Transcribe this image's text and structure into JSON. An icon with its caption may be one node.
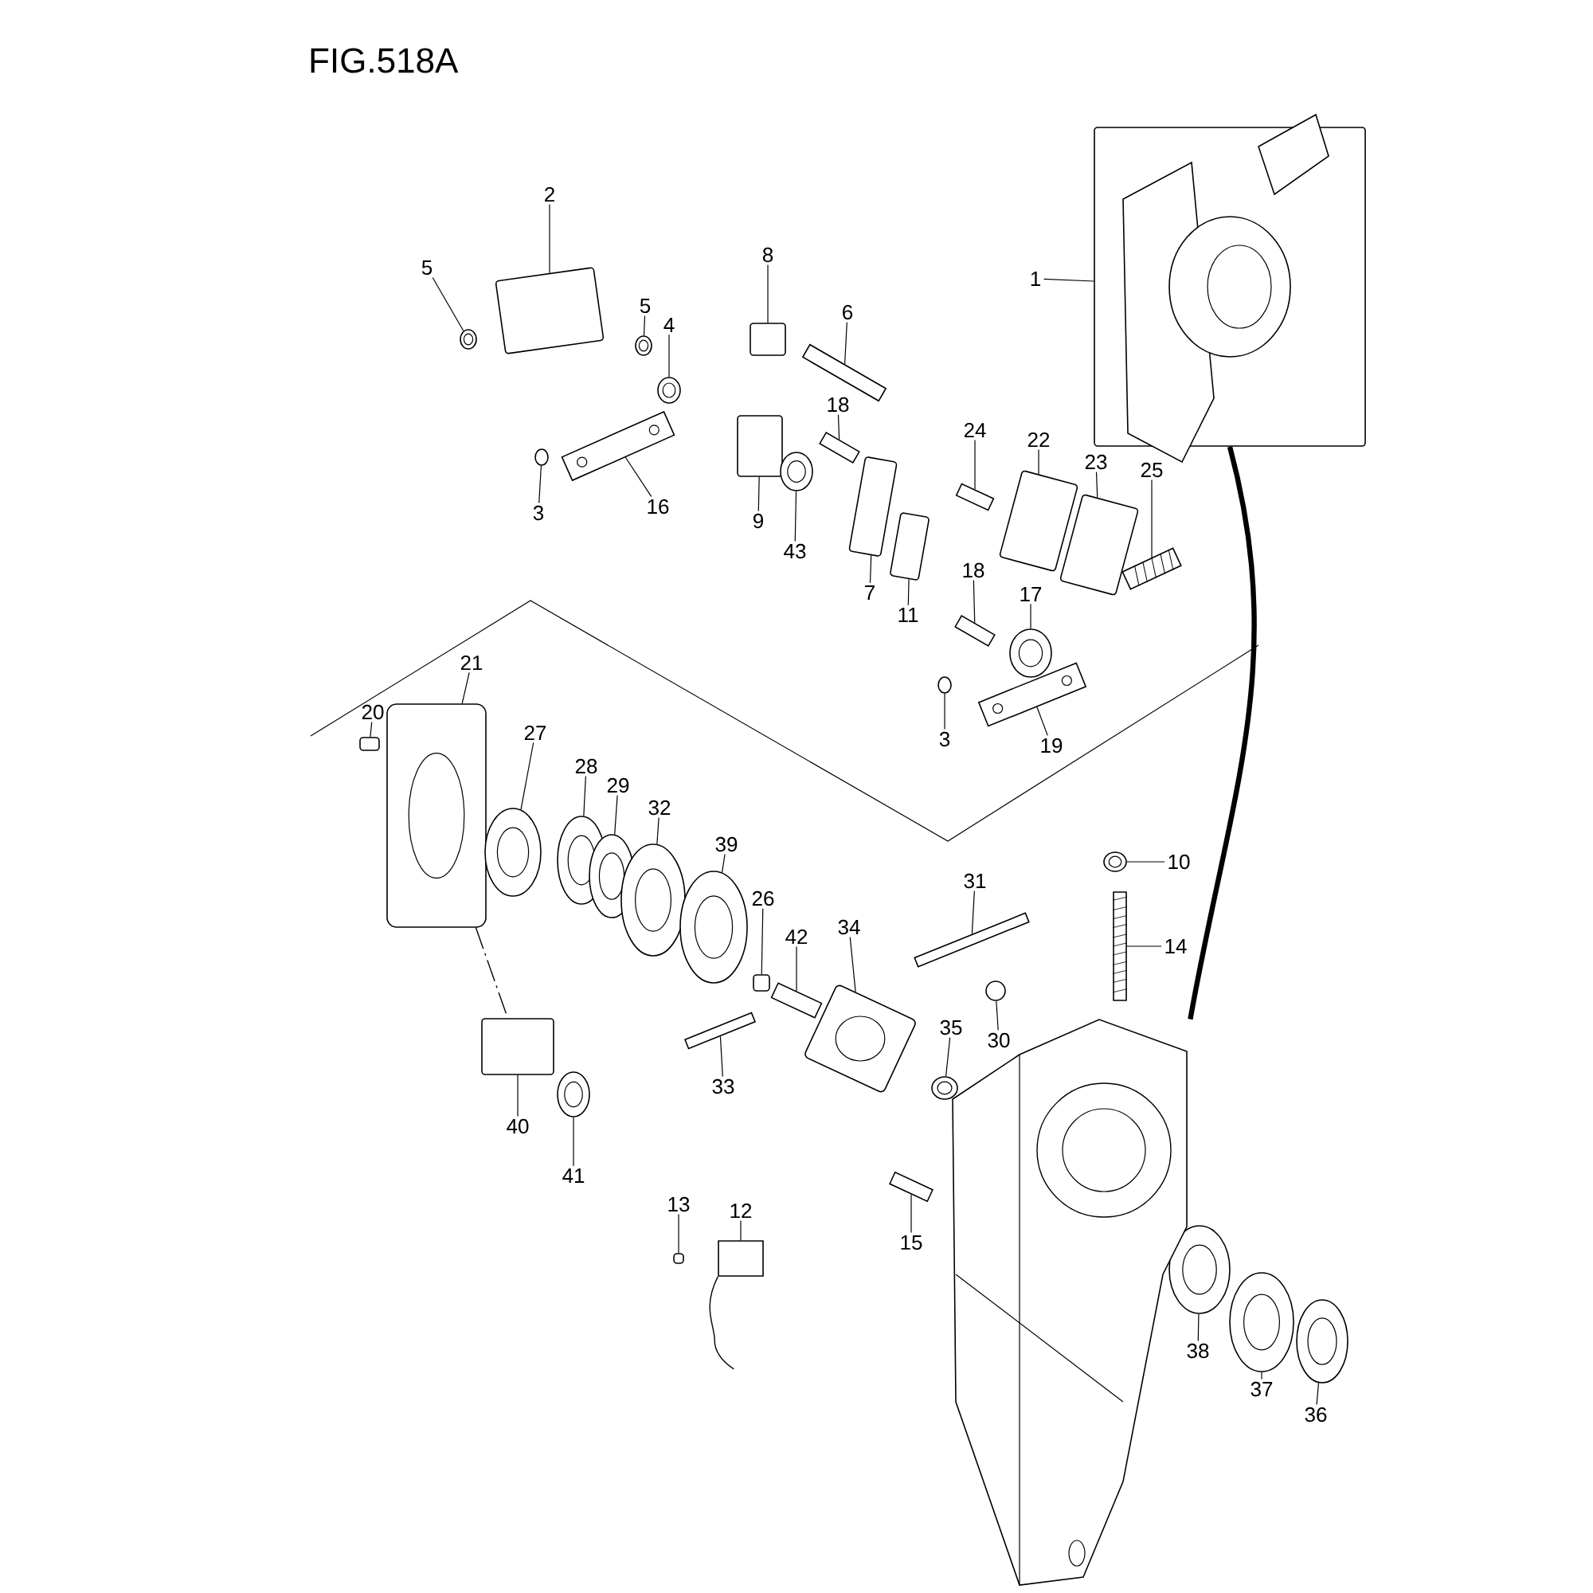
{
  "diagram": {
    "title": "FIG.518A",
    "nodes": [
      {
        "text": [],
        "shape": "box"
      },
      {
        "text": [
          "1"
        ]
      },
      {
        "text": [
          "2"
        ]
      },
      {
        "text": [],
        "shape": "box"
      },
      {
        "text": [
          "5"
        ]
      },
      {
        "text": [],
        "shape": "picture"
      },
      {
        "text": [
          "5"
        ]
      },
      {
        "text": [],
        "shape": "picture"
      },
      {
        "text": [
          "4"
        ]
      },
      {
        "text": [],
        "shape": "picture"
      },
      {
        "text": [
          "8"
        ]
      },
      {
        "text": [],
        "shape": "box"
      },
      {
        "text": [
          "6"
        ]
      },
      {
        "text": [],
        "shape": "bar"
      },
      {
        "text": [
          "18"
        ]
      },
      {
        "text": [],
        "shape": "bar"
      },
      {
        "text": [
          "3"
        ]
      },
      {
        "text": [],
        "shape": "circle"
      },
      {
        "text": [
          "16"
        ]
      },
      {
        "text": [],
        "shape": "bar"
      },
      {
        "text": [
          "9"
        ]
      },
      {
        "text": [],
        "shape": "box"
      },
      {
        "text": [
          "43"
        ]
      },
      {
        "text": [],
        "shape": "picture"
      },
      {
        "text": [
          "7"
        ]
      },
      {
        "text": [],
        "shape": "box"
      },
      {
        "text": [
          "11"
        ]
      },
      {
        "text": [],
        "shape": "box"
      },
      {
        "text": [
          "24"
        ]
      },
      {
        "text": [],
        "shape": "bar"
      },
      {
        "text": [
          "22"
        ]
      },
      {
        "text": [],
        "shape": "box"
      },
      {
        "text": [
          "23"
        ]
      },
      {
        "text": [],
        "shape": "box"
      },
      {
        "text": [
          "25"
        ]
      },
      {
        "text": [],
        "shape": "picture"
      },
      {
        "text": [
          "18"
        ]
      },
      {
        "text": [],
        "shape": "bar"
      },
      {
        "text": [
          "17"
        ]
      },
      {
        "text": [],
        "shape": "picture"
      },
      {
        "text": [
          "3"
        ]
      },
      {
        "text": [],
        "shape": "circle"
      },
      {
        "text": [
          "19"
        ]
      },
      {
        "text": [],
        "shape": "bar"
      },
      {
        "text": [
          "21"
        ]
      },
      {
        "text": [],
        "shape": "picture"
      },
      {
        "text": [
          "20"
        ]
      },
      {
        "text": [],
        "shape": "box"
      },
      {
        "text": [
          "27"
        ]
      },
      {
        "text": [],
        "shape": "picture"
      },
      {
        "text": [
          "28"
        ]
      },
      {
        "text": [],
        "shape": "picture"
      },
      {
        "text": [
          "29"
        ]
      },
      {
        "text": [],
        "shape": "picture"
      },
      {
        "text": [
          "32"
        ]
      },
      {
        "text": [],
        "shape": "picture"
      },
      {
        "text": [
          "39"
        ]
      },
      {
        "text": [],
        "shape": "picture"
      },
      {
        "text": [
          "26"
        ]
      },
      {
        "text": [],
        "shape": "box"
      },
      {
        "text": [
          "42"
        ]
      },
      {
        "text": [],
        "shape": "bar"
      },
      {
        "text": [
          "34"
        ]
      },
      {
        "text": [],
        "shape": "picture"
      },
      {
        "text": [
          "31"
        ]
      },
      {
        "text": [],
        "shape": "bar"
      },
      {
        "text": [
          "30"
        ]
      },
      {
        "text": [],
        "shape": "circle"
      },
      {
        "text": [
          "33"
        ]
      },
      {
        "text": [],
        "shape": "bar"
      },
      {
        "text": [
          "35"
        ]
      },
      {
        "text": [],
        "shape": "picture"
      },
      {
        "text": [
          "40"
        ]
      },
      {
        "text": [],
        "shape": "box"
      },
      {
        "text": [
          "41"
        ]
      },
      {
        "text": [],
        "shape": "picture"
      },
      {
        "text": [
          "10"
        ]
      },
      {
        "text": [],
        "shape": "picture"
      },
      {
        "text": [
          "14"
        ]
      },
      {
        "text": [],
        "shape": "picture"
      },
      {
        "text": [
          "13"
        ]
      },
      {
        "text": [],
        "shape": "box"
      },
      {
        "text": [
          "12"
        ]
      },
      {
        "text": [],
        "shape": "picture"
      },
      {
        "text": [
          "15"
        ]
      },
      {
        "text": [],
        "shape": "bar"
      },
      {
        "text": [
          "38"
        ]
      },
      {
        "text": [],
        "shape": "picture"
      },
      {
        "text": [
          "37"
        ]
      },
      {
        "text": [],
        "shape": "picture"
      },
      {
        "text": [
          "36"
        ]
      },
      {
        "text": [],
        "shape": "picture"
      },
      {
        "text": [],
        "shape": "picture"
      }
    ],
    "edges": [
      {
        "from": 1,
        "to": 0,
        "arrow": "none"
      },
      {
        "from": 2,
        "to": 3,
        "arrow": "none"
      },
      {
        "from": 4,
        "to": 5,
        "arrow": "none"
      },
      {
        "from": 6,
        "to": 7,
        "arrow": "none"
      },
      {
        "from": 8,
        "to": 9,
        "arrow": "none"
      },
      {
        "from": 10,
        "to": 11,
        "arrow": "none"
      },
      {
        "from": 12,
        "to": 13,
        "arrow": "none"
      },
      {
        "from": 14,
        "to": 15,
        "arrow": "none"
      },
      {
        "from": 16,
        "to": 17,
        "arrow": "none"
      },
      {
        "from": 18,
        "to": 19,
        "arrow": "none"
      },
      {
        "from": 20,
        "to": 21,
        "arrow": "none"
      },
      {
        "from": 22,
        "to": 23,
        "arrow": "none"
      },
      {
        "from": 24,
        "to": 25,
        "arrow": "none"
      },
      {
        "from": 26,
        "to": 27,
        "arrow": "none"
      },
      {
        "from": 28,
        "to": 29,
        "arrow": "none"
      },
      {
        "from": 30,
        "to": 31,
        "arrow": "none"
      },
      {
        "from": 32,
        "to": 33,
        "arrow": "none"
      },
      {
        "from": 34,
        "to": 35,
        "arrow": "none"
      },
      {
        "from": 36,
        "to": 37,
        "arrow": "none"
      },
      {
        "from": 38,
        "to": 39,
        "arrow": "none"
      },
      {
        "from": 40,
        "to": 41,
        "arrow": "none"
      },
      {
        "from": 42,
        "to": 43,
        "arrow": "none"
      },
      {
        "from": 44,
        "to": 45,
        "arrow": "none"
      },
      {
        "from": 46,
        "to": 47,
        "arrow": "none"
      },
      {
        "from": 48,
        "to": 49,
        "arrow": "none"
      },
      {
        "from": 50,
        "to": 51,
        "arrow": "none"
      },
      {
        "from": 52,
        "to": 53,
        "arrow": "none"
      },
      {
        "from": 54,
        "to": 55,
        "arrow": "none"
      },
      {
        "from": 56,
        "to": 57,
        "arrow": "none"
      },
      {
        "from": 58,
        "to": 59,
        "arrow": "none"
      },
      {
        "from": 60,
        "to": 61,
        "arrow": "none"
      },
      {
        "from": 62,
        "to": 63,
        "arrow": "none"
      },
      {
        "from": 64,
        "to": 65,
        "arrow": "none"
      },
      {
        "from": 66,
        "to": 67,
        "arrow": "none"
      },
      {
        "from": 68,
        "to": 69,
        "arrow": "none"
      },
      {
        "from": 70,
        "to": 71,
        "arrow": "none"
      },
      {
        "from": 72,
        "to": 73,
        "arrow": "none"
      },
      {
        "from": 74,
        "to": 75,
        "arrow": "none"
      },
      {
        "from": 76,
        "to": 77,
        "arrow": "none"
      },
      {
        "from": 78,
        "to": 79,
        "arrow": "none"
      },
      {
        "from": 80,
        "to": 81,
        "arrow": "none"
      },
      {
        "from": 82,
        "to": 83,
        "arrow": "none"
      },
      {
        "from": 84,
        "to": 85,
        "arrow": "none"
      },
      {
        "from": 86,
        "to": 87,
        "arrow": "none"
      },
      {
        "from": 88,
        "to": 89,
        "arrow": "none"
      },
      {
        "from": 90,
        "to": 91,
        "arrow": "none"
      },
      {
        "from": 0,
        "to": 92,
        "arrow": "none",
        "style": "thick"
      },
      {
        "from": 45,
        "to": 73,
        "arrow": "none",
        "style": "dashed"
      }
    ]
  }
}
